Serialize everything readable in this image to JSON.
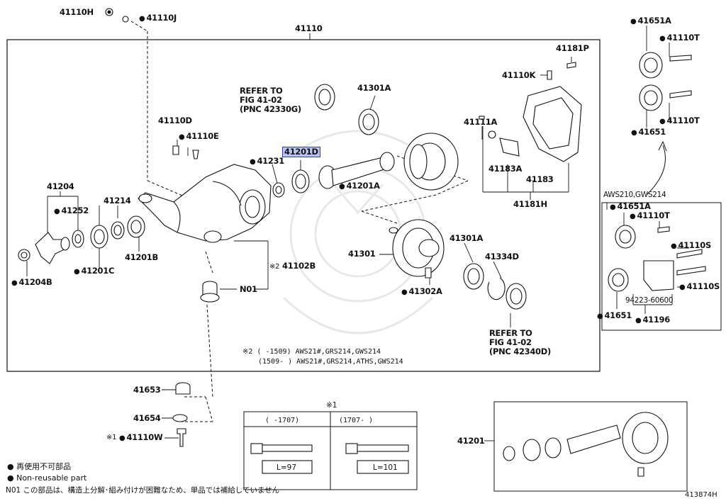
{
  "diagram_id": "413874H",
  "labels": {
    "p41110H": "41110H",
    "p41110J": "41110J",
    "p41110": "41110",
    "refer1_line1": "REFER TO",
    "refer1_line2": "FIG 41-02",
    "refer1_line3": "(PNC 42330G)",
    "p41301A_top": "41301A",
    "p41181P": "41181P",
    "p41110K": "41110K",
    "p41110D": "41110D",
    "p41110E": "41110E",
    "p41111A": "41111A",
    "p41231": "41231",
    "p41201D": "41201D",
    "p41201A": "41201A",
    "p41183A": "41183A",
    "p41183": "41183",
    "p41181H": "41181H",
    "p41204": "41204",
    "p41252": "41252",
    "p41214": "41214",
    "p41201C": "41201C",
    "p41201B": "41201B",
    "p41204B": "41204B",
    "p41102B": "41102B",
    "p41102B_mark": "※2",
    "pN01": "N01",
    "p41301": "41301",
    "p41301A_mid": "41301A",
    "p41334D": "41334D",
    "p41302A": "41302A",
    "refer2_line1": "REFER TO",
    "refer2_line2": "FIG 41-02",
    "refer2_line3": "(PNC 42340D)",
    "p41651A_top": "41651A",
    "p41110T_top1": "41110T",
    "p41110T_top2": "41110T",
    "p41651_top": "41651",
    "aws_header": "AWS210,GWS214",
    "p41651A_mid": "41651A",
    "p41110T_mid": "41110T",
    "p41110S_1": "41110S",
    "p41110S_2": "41110S",
    "p41651_mid": "41651",
    "p94223": "94223-60600",
    "p41196": "41196",
    "p41653": "41653",
    "p41654": "41654",
    "p41110W": "41110W",
    "p41110W_mark": "※1",
    "p41201": "41201"
  },
  "notes": {
    "footnote2_a": "※2 (     -1509) AWS21#,GRS214,GWS214",
    "footnote2_b": "(1509-      ) AWS21#,GRS214,ATHS,GWS214",
    "footnote1_mark": "※1",
    "bolt_col1_header": "(     -1707)",
    "bolt_col2_header": "(1707-     )",
    "bolt_col1_len": "L=97",
    "bolt_col2_len": "L=101"
  },
  "legend": {
    "line1": "● 再使用不可部品",
    "line2": "● Non-reusable part",
    "line3": "N01 この部品は、構造上分解･組み付けが困難なため、単品では補給していません"
  },
  "colors": {
    "line": "#111111",
    "highlight_fill": "#b9c7ee",
    "highlight_border": "#2d3fa0",
    "watermark": "#e6e6e6"
  }
}
